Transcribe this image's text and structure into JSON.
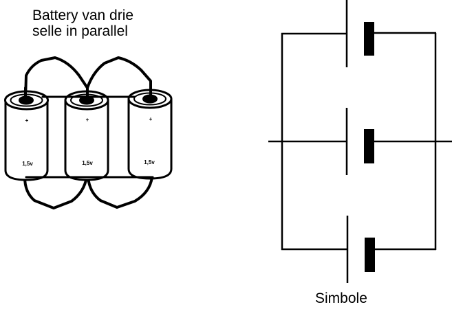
{
  "title": {
    "line1": "Battery van drie",
    "line2": "selle in parallel"
  },
  "symbol_caption": "Simbole",
  "cells": [
    {
      "label": "1,5v",
      "polarity_mark": "+"
    },
    {
      "label": "1,5v",
      "polarity_mark": "+"
    },
    {
      "label": "1,5v",
      "polarity_mark": "+"
    }
  ],
  "circuit": {
    "connection": "parallel",
    "cell_count": 3
  },
  "colors": {
    "ink": "#000000",
    "background": "#ffffff"
  }
}
